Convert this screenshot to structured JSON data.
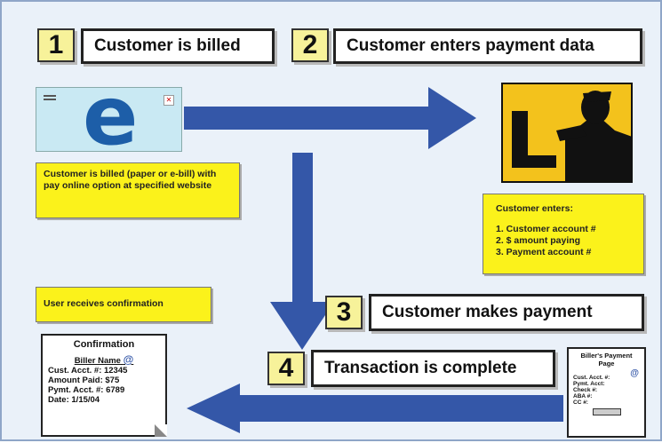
{
  "steps": [
    {
      "num": "1",
      "title": "Customer is billed"
    },
    {
      "num": "2",
      "title": "Customer enters payment data"
    },
    {
      "num": "3",
      "title": "Customer makes  payment"
    },
    {
      "num": "4",
      "title": "Transaction is complete"
    }
  ],
  "notes": {
    "billed": "Customer is billed (paper or e-bill) with pay online option at specified website",
    "enters_heading": "Customer enters:",
    "enters_items": [
      "1. Customer account #",
      "2. $ amount paying",
      "3. Payment account #"
    ],
    "confirmation": "User receives confirmation"
  },
  "confirmation_doc": {
    "title": "Confirmation",
    "biller": "Biller Name",
    "cust_acct": "Cust. Acct. #: 12345",
    "amount": "Amount Paid: $75",
    "pymt_acct": "Pymt. Acct. #: 6789",
    "date": "Date: 1/15/04"
  },
  "payment_page": {
    "title": "Biller's Payment Page",
    "fields": [
      "Cust. Acct. #:",
      "Pymt. Acct:",
      "Check #:",
      "ABA #:",
      "CC #:"
    ]
  },
  "logo_letter": "e",
  "colors": {
    "arrow": "#3457a8",
    "yellow": "#fbf21b",
    "num_bg": "#f7f29a",
    "logo_blue": "#1d5ea8",
    "screen": "#c9e9f3",
    "silhouette_bg": "#f3c21c"
  }
}
